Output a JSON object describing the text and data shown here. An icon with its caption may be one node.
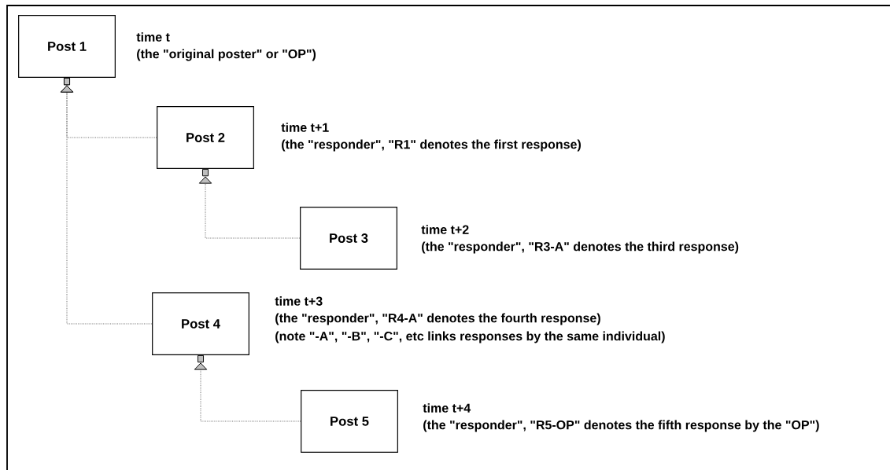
{
  "diagram": {
    "nodes": [
      {
        "text": [
          "Post 1"
        ],
        "beside": [
          "time t",
          "(the \"original poster\" or \"OP\")"
        ]
      },
      {
        "text": [
          "Post 2"
        ],
        "beside": [
          "time t+1",
          "(the \"responder\", \"R1\" denotes the first response)"
        ]
      },
      {
        "text": [
          "Post 3"
        ],
        "beside": [
          "time t+2",
          "(the \"responder\", \"R3-A\" denotes the third response)"
        ]
      },
      {
        "text": [
          "Post 4"
        ],
        "beside": [
          "time t+3",
          "(the \"responder\", \"R4-A\" denotes the fourth response)",
          "(note \"-A\", \"-B\", \"-C\", etc links responses by the same individual)"
        ]
      },
      {
        "text": [
          "Post 5"
        ],
        "beside": [
          "time t+4",
          "(the \"responder\", \"R5-OP\" denotes the fifth response by the \"OP\")"
        ]
      }
    ],
    "edges": [
      {
        "from": 1,
        "to": 0,
        "arrow": "to"
      },
      {
        "from": 3,
        "to": 0,
        "arrow": "to"
      },
      {
        "from": 2,
        "to": 1,
        "arrow": "to"
      },
      {
        "from": 4,
        "to": 3,
        "arrow": "to"
      }
    ]
  }
}
